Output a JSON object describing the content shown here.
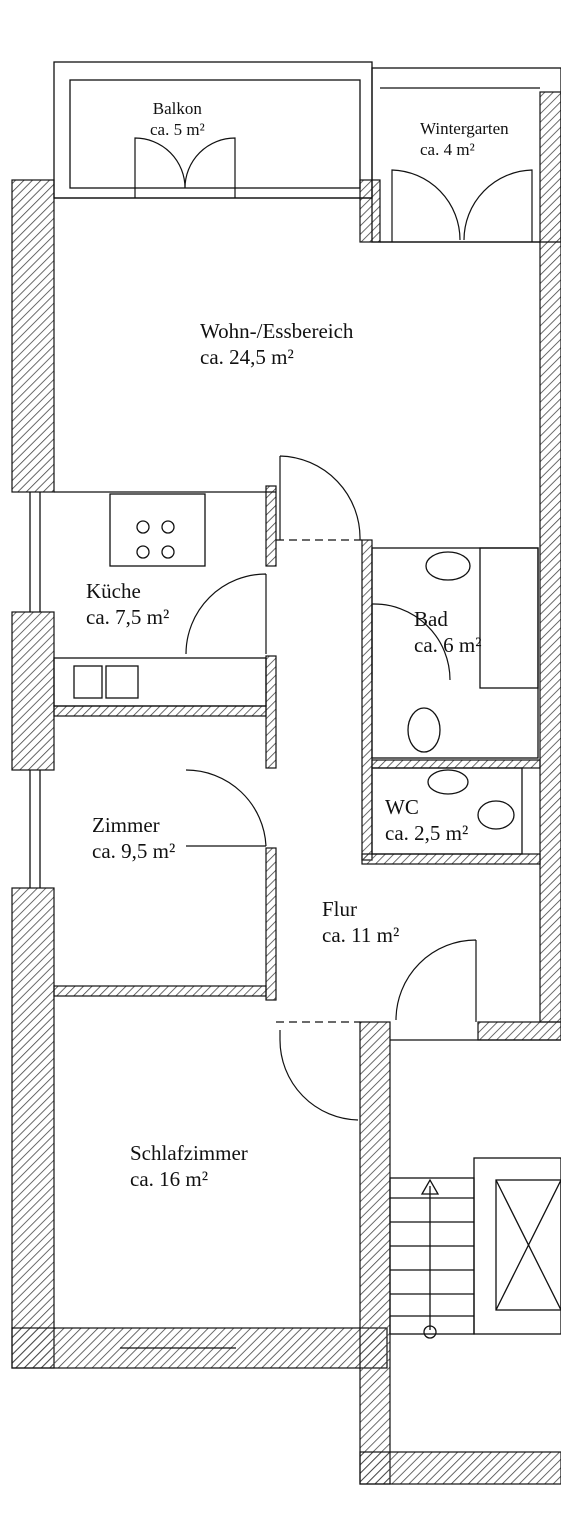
{
  "rooms": {
    "balkon": {
      "name": "Balkon",
      "area": "ca. 5 m²"
    },
    "wintergarten": {
      "name": "Wintergarten",
      "area": "ca. 4 m²"
    },
    "wohn": {
      "name": "Wohn-/Essbereich",
      "area": "ca. 24,5 m²"
    },
    "kueche": {
      "name": "Küche",
      "area": "ca. 7,5 m²"
    },
    "bad": {
      "name": "Bad",
      "area": "ca. 6 m²"
    },
    "wc": {
      "name": "WC",
      "area": "ca. 2,5 m²"
    },
    "zimmer": {
      "name": "Zimmer",
      "area": "ca. 9,5 m²"
    },
    "flur": {
      "name": "Flur",
      "area": "ca. 11 m²"
    },
    "schlaf": {
      "name": "Schlafzimmer",
      "area": "ca. 16 m²"
    }
  },
  "colors": {
    "line": "#111111",
    "hatch": "#444444",
    "background": "#ffffff"
  }
}
